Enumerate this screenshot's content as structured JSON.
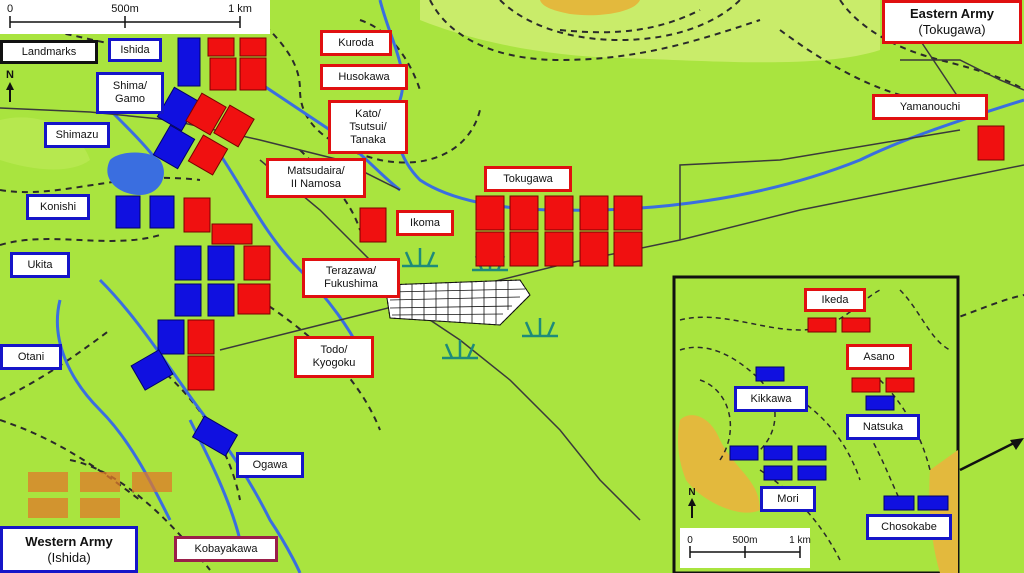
{
  "scale_top": {
    "ticks": [
      "0",
      "500m",
      "1 km"
    ]
  },
  "scale_inset": {
    "ticks": [
      "0",
      "500m",
      "1 km"
    ]
  },
  "north_main": "N",
  "north_inset": "N",
  "landmarks": "Landmarks",
  "eastern_army": {
    "title": "Eastern Army",
    "sub": "(Tokugawa)"
  },
  "western_army": {
    "title": "Western Army",
    "sub": "(Ishida)"
  },
  "labels": {
    "ishida": "Ishida",
    "shima": "Shima/\nGamo",
    "shimazu": "Shimazu",
    "konishi": "Konishi",
    "ukita": "Ukita",
    "otani": "Otani",
    "ogawa": "Ogawa",
    "kobayakawa": "Kobayakawa",
    "kuroda": "Kuroda",
    "husokawa": "Husokawa",
    "kato": "Kato/\nTsutsui/\nTanaka",
    "matsudaira": "Matsudaira/\nII Namosa",
    "ikoma": "Ikoma",
    "tokugawa": "Tokugawa",
    "terazawa": "Terazawa/\nFukushima",
    "todo": "Todo/\nKyogoku",
    "yamanouchi": "Yamanouchi",
    "ikeda": "Ikeda",
    "asano": "Asano",
    "kikkawa": "Kikkawa",
    "natsuka": "Natsuka",
    "mori": "Mori",
    "chosokabe": "Chosokabe"
  },
  "colors": {
    "land": "#a9e43f",
    "highland": "#d4f08a",
    "peak": "#e3b93d",
    "river": "#3a6ee0",
    "eastern": "#f01010",
    "western": "#1010e0",
    "village": "#222222"
  }
}
